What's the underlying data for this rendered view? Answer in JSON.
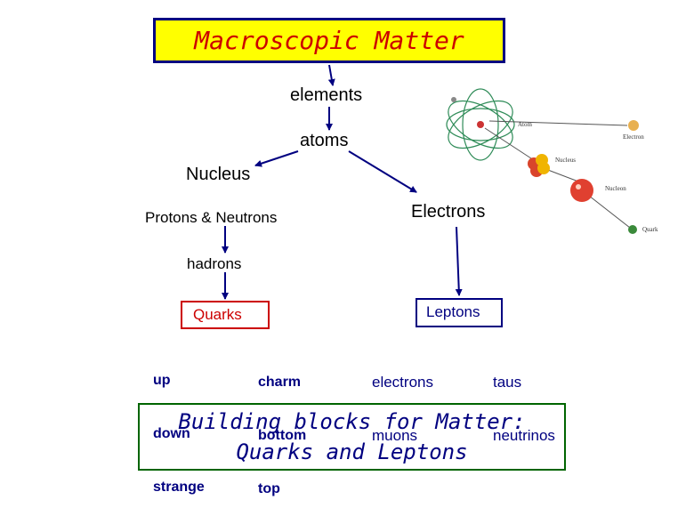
{
  "title": "Macroscopic Matter",
  "nodes": {
    "elements": "elements",
    "atoms": "atoms",
    "nucleus": "Nucleus",
    "protons_neutrons": "Protons & Neutrons",
    "electrons": "Electrons",
    "hadrons": "hadrons",
    "quarks": "Quarks",
    "leptons": "Leptons"
  },
  "quark_lists": {
    "col1": [
      "up",
      "down",
      "strange"
    ],
    "col2": [
      "charm",
      "bottom",
      "top"
    ]
  },
  "lepton_lists": {
    "col1": [
      "electrons",
      "muons"
    ],
    "col2": [
      "taus",
      "neutrinos"
    ]
  },
  "atom_figure": {
    "labels": {
      "atom": "Atom",
      "electron": "Electron",
      "nucleus": "Nucleus",
      "nucleon": "Nucleon",
      "quark": "Quark"
    }
  },
  "conclusion": {
    "line1": "Building blocks for Matter:",
    "line2": "Quarks and Leptons"
  },
  "colors": {
    "title_bg": "#ffff00",
    "title_text": "#cc0000",
    "arrow": "#000080",
    "list_text": "#000080",
    "quarks_border": "#cc0000",
    "conclusion_border": "#006400"
  }
}
